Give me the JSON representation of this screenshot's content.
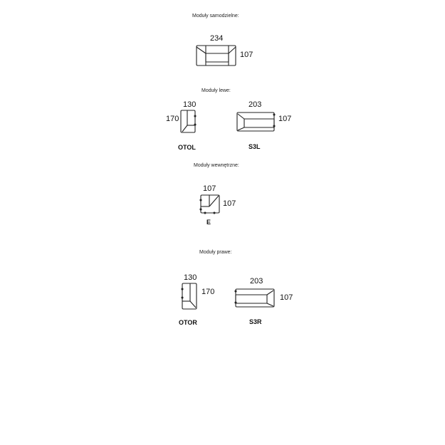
{
  "sections": {
    "standalone": "Moduły samodzielne:",
    "left": "Moduły lewe:",
    "inner": "Moduły wewnętrzne:",
    "right": "Moduły prawe:"
  },
  "modules": {
    "standalone_sofa": {
      "width": "234",
      "depth": "107"
    },
    "otol": {
      "code": "OTOL",
      "width": "130",
      "depth": "170"
    },
    "s3l": {
      "code": "S3L",
      "width": "203",
      "depth": "107"
    },
    "e": {
      "code": "E",
      "width": "107",
      "depth": "107"
    },
    "otor": {
      "code": "OTOR",
      "width": "130",
      "depth": "170"
    },
    "s3r": {
      "code": "S3R",
      "width": "203",
      "depth": "107"
    }
  }
}
